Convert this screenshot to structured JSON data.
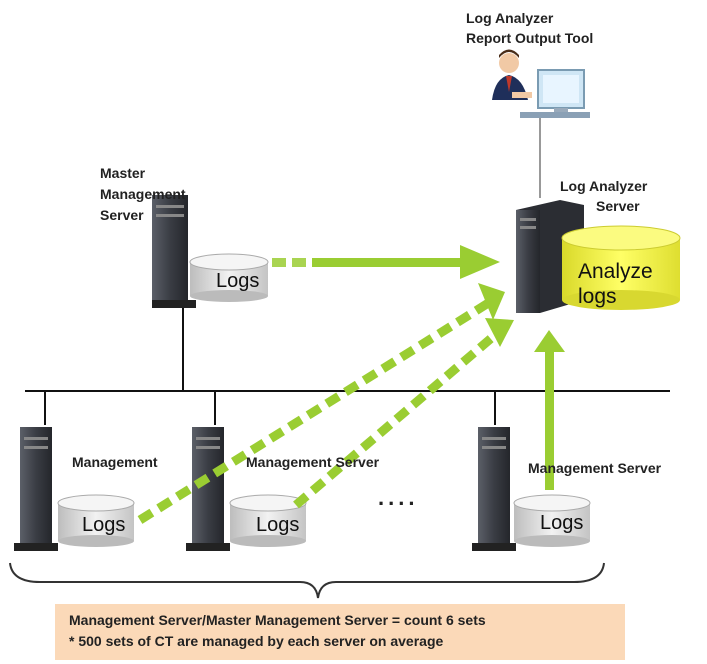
{
  "analyzer_terminal": {
    "line1": "Log Analyzer",
    "line2": "Report Output Tool"
  },
  "analyzer_server": {
    "line1": "Log Analyzer",
    "line2": "Server",
    "db_line1": "Analyze",
    "db_line2": "logs"
  },
  "master_server": {
    "line1": "Master",
    "line2": "Management",
    "line3": "Server",
    "logs": "Logs"
  },
  "servers": [
    {
      "label": "Management",
      "logs": "Logs"
    },
    {
      "label": "Management Server",
      "logs": "Logs"
    },
    {
      "label": "Management Server",
      "logs": "Logs"
    }
  ],
  "ellipsis": "....",
  "note": {
    "line1": "Management Server/Master Management Server = count 6 sets",
    "line2": "* 500 sets of CT are managed by each server on average"
  },
  "colors": {
    "arrow": "#9acd32",
    "db_yellow": "#f5f542",
    "db_gray": "#d8d8d8",
    "server_dark": "#3a3d44",
    "note_bg": "#fbd9b8"
  }
}
